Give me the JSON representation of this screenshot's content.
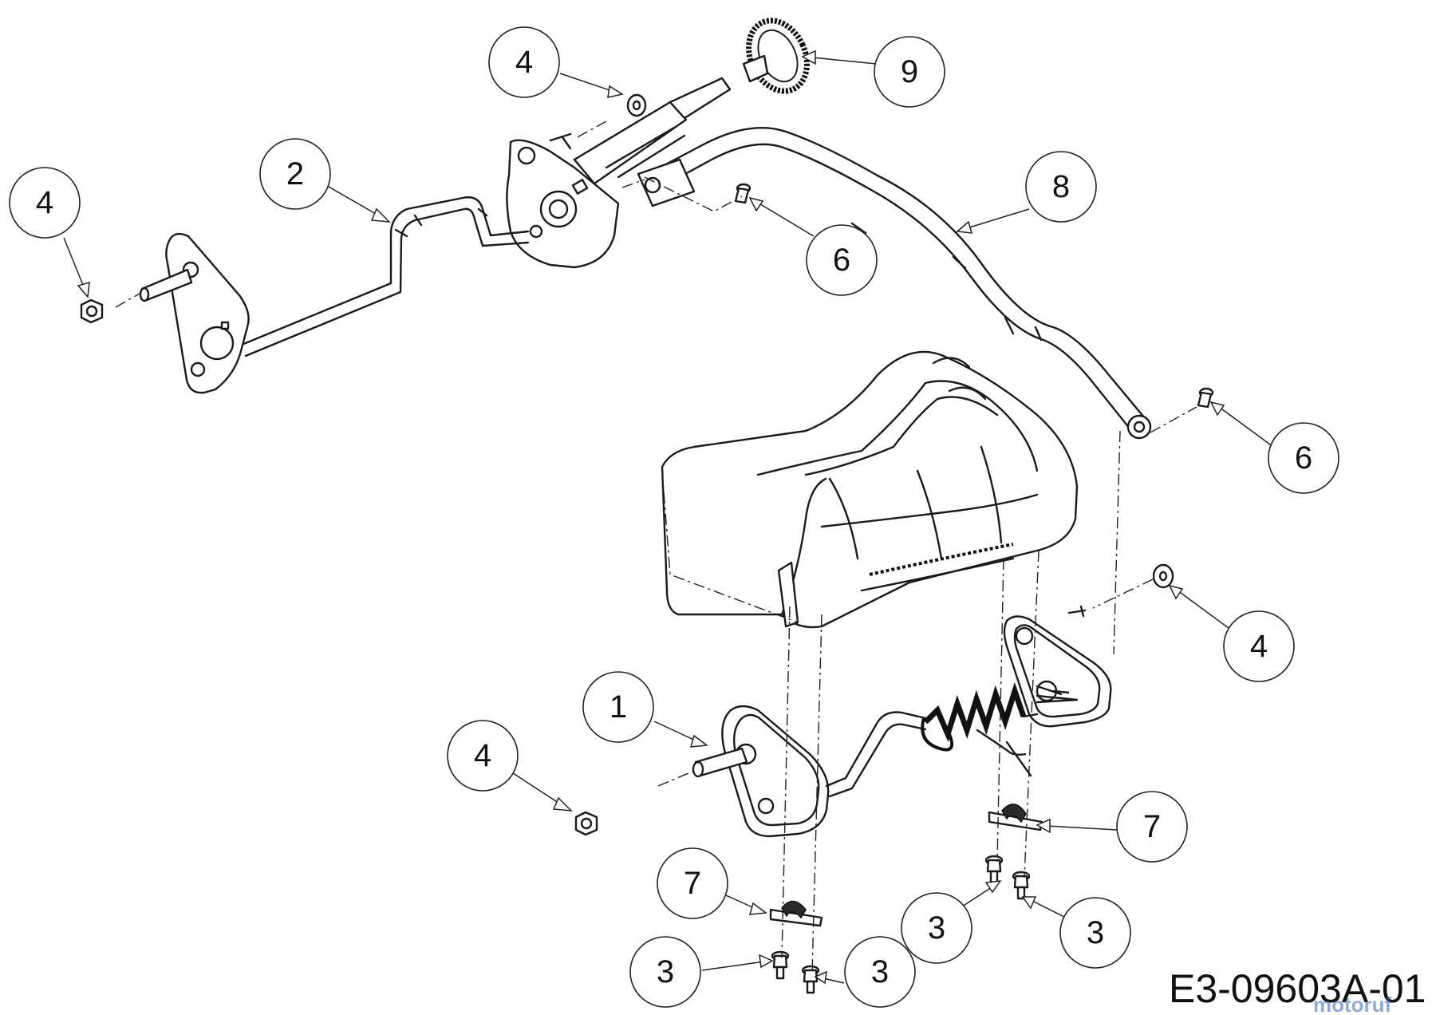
{
  "diagram": {
    "code": "E3-09603A-01",
    "watermark": "motoruf",
    "watermark_color": "#3a64b0",
    "callouts": [
      {
        "id": "c4a",
        "label": "4"
      },
      {
        "id": "c9",
        "label": "9"
      },
      {
        "id": "c2",
        "label": "2"
      },
      {
        "id": "c4b",
        "label": "4"
      },
      {
        "id": "c8",
        "label": "8"
      },
      {
        "id": "c6a",
        "label": "6"
      },
      {
        "id": "c6b",
        "label": "6"
      },
      {
        "id": "c4c",
        "label": "4"
      },
      {
        "id": "c1",
        "label": "1"
      },
      {
        "id": "c4d",
        "label": "4"
      },
      {
        "id": "c7a",
        "label": "7"
      },
      {
        "id": "c7b",
        "label": "7"
      },
      {
        "id": "c3a",
        "label": "3"
      },
      {
        "id": "c3b",
        "label": "3"
      },
      {
        "id": "c3c",
        "label": "3"
      },
      {
        "id": "c3d",
        "label": "3"
      }
    ]
  }
}
